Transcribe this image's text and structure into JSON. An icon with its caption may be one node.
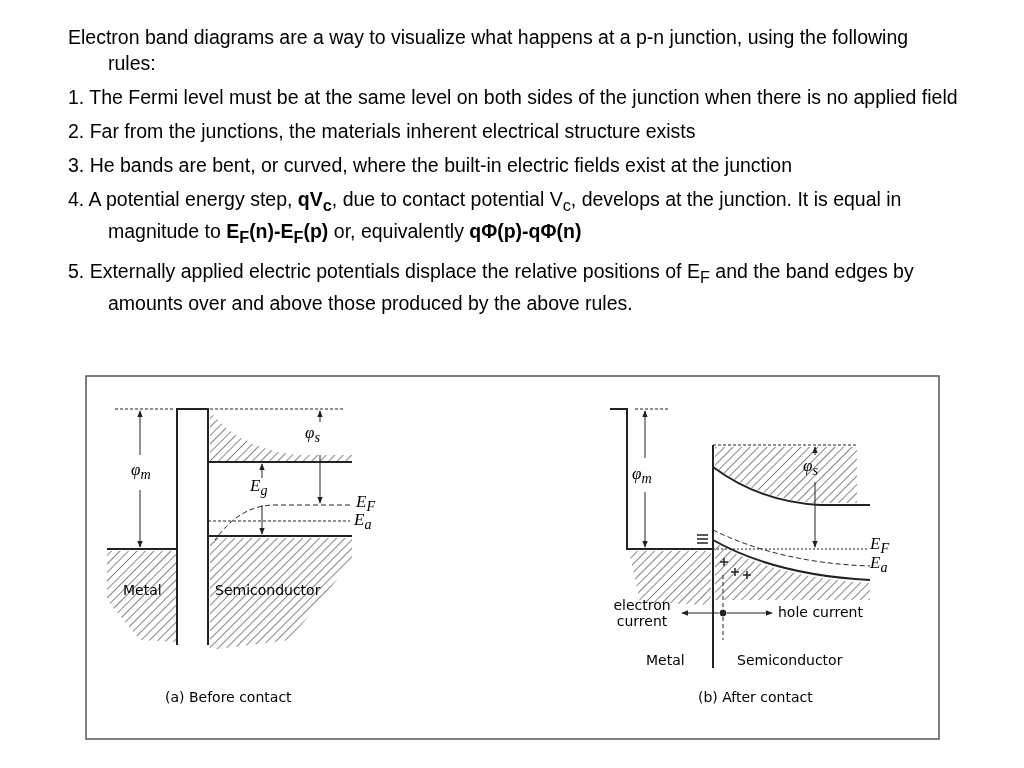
{
  "diagram": {
    "labels": [
      "Electron band diagrams are a way to visualize what happens at a p-n junction, using the following rules:",
      "1. The Fermi level must be at the same level on both sides of the junction when there is no applied field",
      "2. Far from the junctions, the materials inherent electrical structure exists",
      "3. He bands are bent, or curved, where the built-in electric fields exist at the junction",
      "4. A potential energy step, **qV$_{c}$**, due to contact potential V$_{c}$, develops at the junction.  It is equal in magnitude to **E$_{F}$(n)-E$_{F}$(p)** or, equivalently **qΦ(p)-qΦ(n)**",
      "5. Externally applied electric potentials displace the relative positions of E$_{F}$ and the band edges by amounts over and above those produced by the above rules.",
      "φ$_{m}$",
      "φ$_{s}$",
      "E$_{g}$",
      "E$_{F}$",
      "E$_{a}$",
      "Metal",
      "Semiconductor",
      "(a) Before contact",
      "φ$_{m}$",
      "φ$_{s}$",
      "E$_{F}$",
      "E$_{a}$",
      "electron current",
      "hole current",
      "Metal",
      "Semiconductor",
      "(b) After contact"
    ]
  }
}
